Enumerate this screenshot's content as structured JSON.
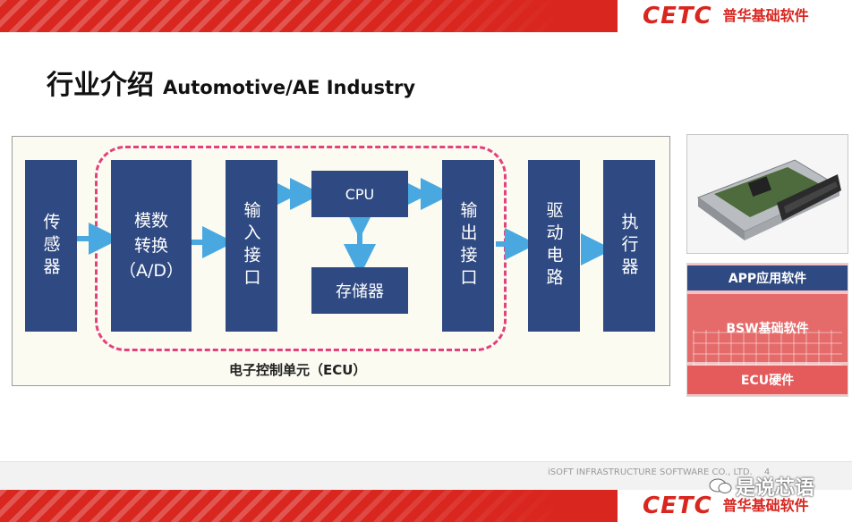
{
  "header": {
    "logo_mark": "CETC",
    "logo_text": "普华基础软件"
  },
  "slide": {
    "title_zh": "行业介绍",
    "title_en": "Automotive/AE Industry"
  },
  "diagram": {
    "blocks": {
      "sensor": "传感器",
      "adc_line1": "模数",
      "adc_line2": "转换",
      "adc_line3": "（A/D）",
      "input_port": "输入接口",
      "cpu": "CPU",
      "memory": "存储器",
      "output_port": "输出接口",
      "driver": "驱动电路",
      "actuator": "执行器"
    },
    "ecu_label": "电子控制单元（ECU）"
  },
  "software_stack": {
    "app_layer": "APP应用软件",
    "bsw_layer": "BSW基础软件",
    "ecu_layer": "ECU硬件"
  },
  "footer": {
    "company_text": "iSOFT INFRASTRUCTURE SOFTWARE CO., LTD.",
    "page_number": "4",
    "watermark": "是说芯语"
  },
  "colors": {
    "brand_red": "#d9261f",
    "block_blue": "#2f4a82",
    "arrow_blue": "#4aa8e0",
    "dash_pink": "#e2417d"
  }
}
